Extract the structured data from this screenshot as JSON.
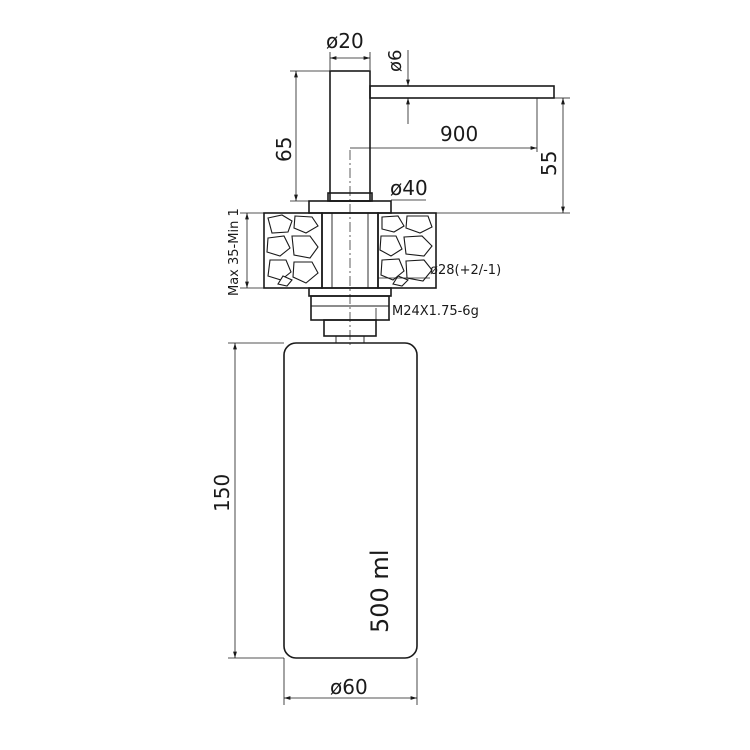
{
  "labels": {
    "spout_diameter": "ø20",
    "nozzle_diameter": "ø6",
    "spout_reach": "900",
    "spout_height": "65",
    "nozzle_height": "55",
    "flange_diameter": "ø40",
    "countertop_thickness": "Max 35-Min 1",
    "hole_diameter": "ø28(+2/-1)",
    "thread": "M24X1.75-6g",
    "bottle_height": "150",
    "bottle_volume": "500 ml",
    "bottle_diameter": "ø60"
  },
  "colors": {
    "line": "#1a1a1a",
    "background": "#ffffff"
  }
}
